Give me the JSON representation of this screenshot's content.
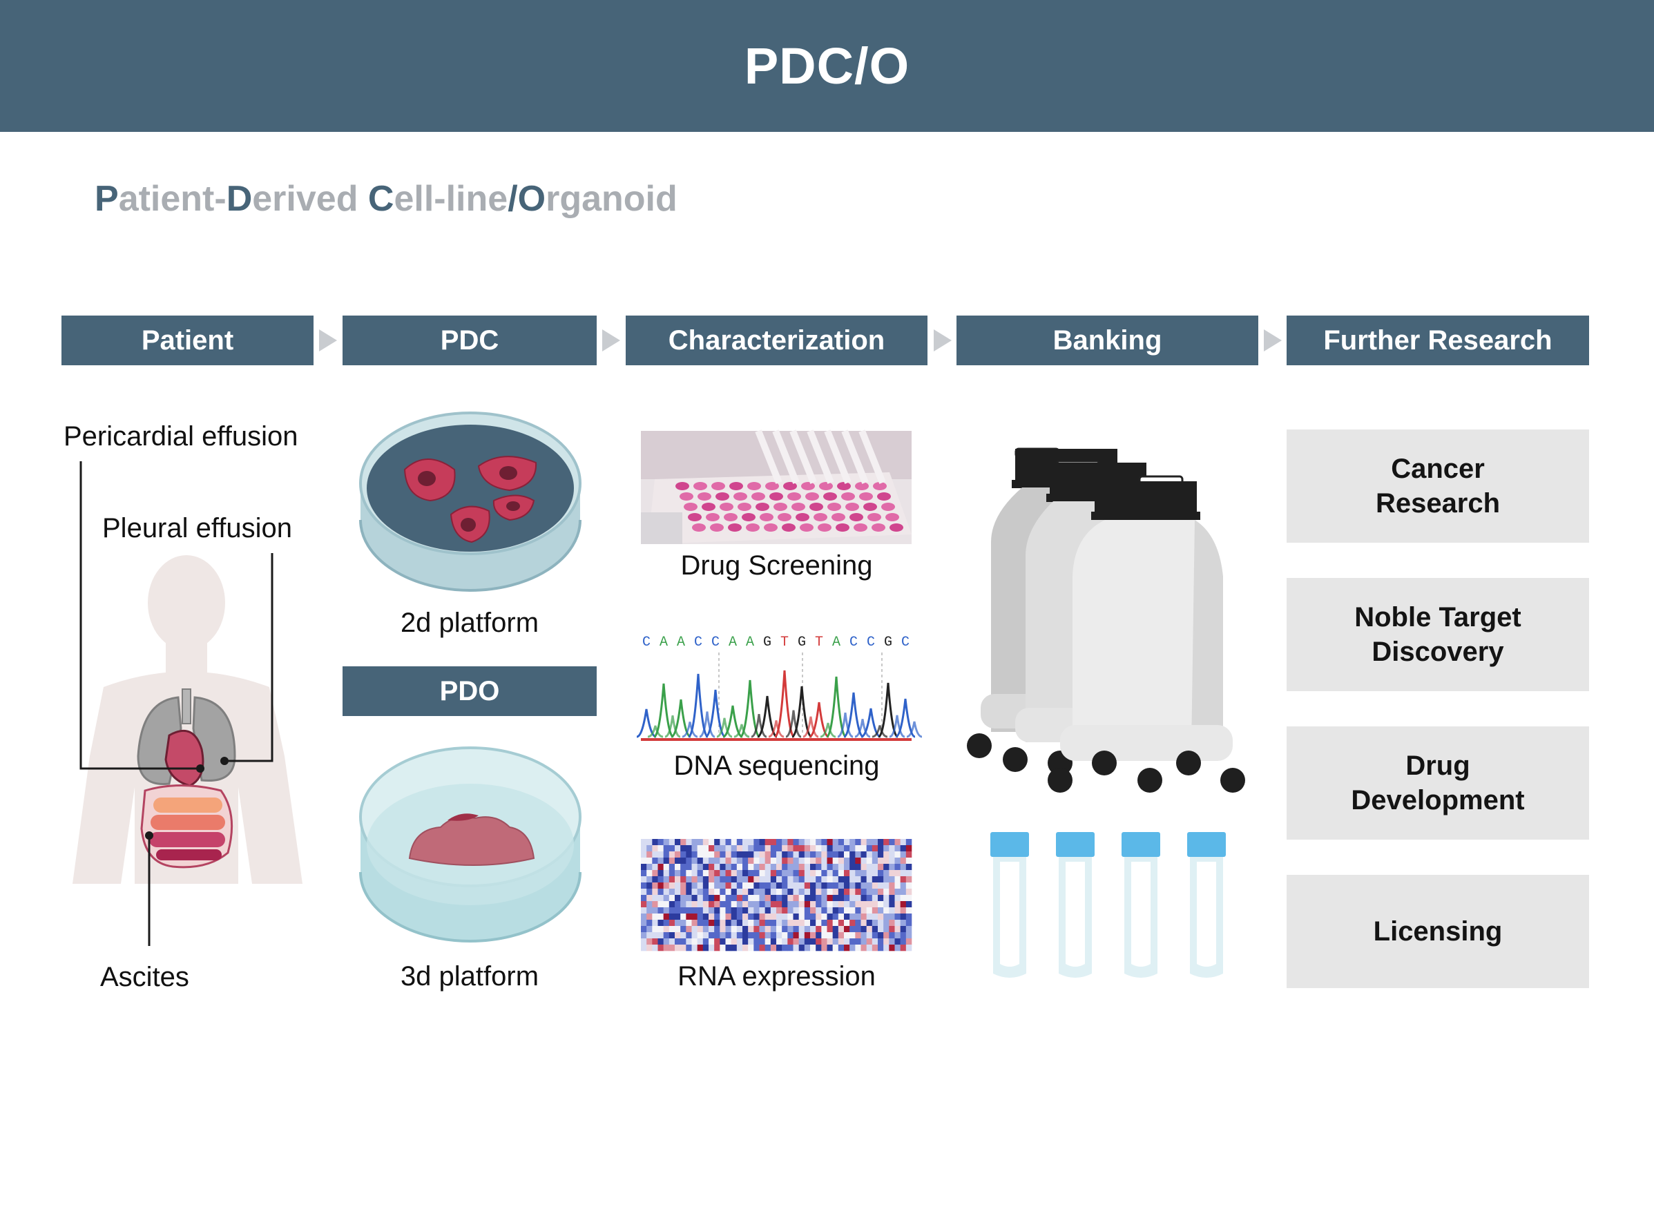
{
  "header": {
    "title": "PDC/O"
  },
  "subtitle": {
    "parts": [
      "P",
      "atient-",
      "D",
      "erived ",
      "C",
      "ell-line",
      "/",
      "O",
      "rganoid"
    ]
  },
  "stages": [
    "Patient",
    "PDC",
    "Characterization",
    "Banking",
    "Further Research"
  ],
  "patient": {
    "pericardial": "Pericardial effusion",
    "pleural": "Pleural effusion",
    "ascites": "Ascites"
  },
  "pdc": {
    "platform_2d": "2d platform",
    "pdo_header": "PDO",
    "platform_3d": "3d platform"
  },
  "characterization": {
    "drug_screening": "Drug Screening",
    "dna_bases": [
      "C",
      "A",
      "A",
      "C",
      "C",
      "A",
      "A",
      "G",
      "T",
      "G",
      "T",
      "A",
      "C",
      "C",
      "G",
      "C"
    ],
    "dna_sequencing": "DNA sequencing",
    "rna_expression": "RNA expression"
  },
  "further_research": {
    "items": [
      [
        "Cancer",
        "Research"
      ],
      [
        "Noble Target",
        "Discovery"
      ],
      [
        "Drug",
        "Development"
      ],
      [
        "Licensing"
      ]
    ]
  },
  "colors": {
    "banner": "#476478",
    "subtitle_gray": "#a9adb2",
    "box_gray": "#e6e6e6",
    "tube_cap": "#5bb8e8"
  }
}
